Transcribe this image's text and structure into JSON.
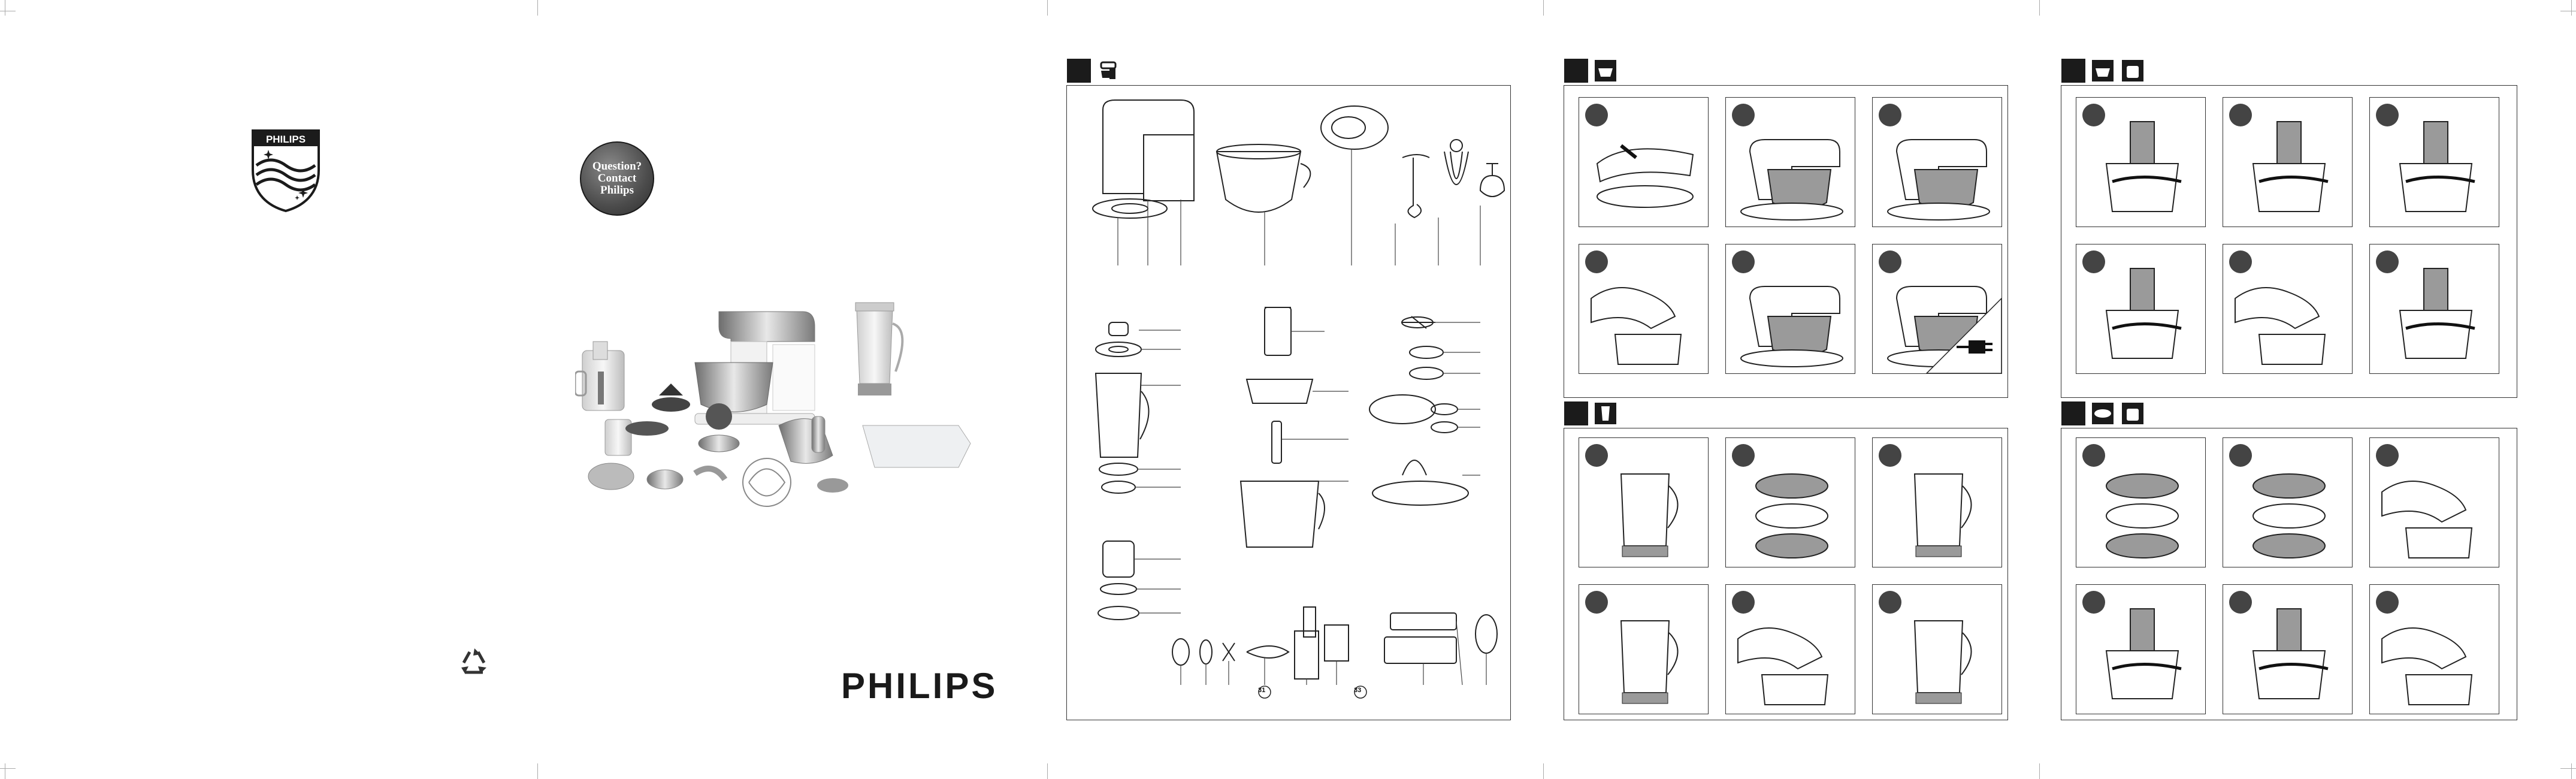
{
  "cover": {
    "brand_shield_text": "PHILIPS",
    "question_badge": [
      "Question?",
      "Contact",
      "Philips"
    ],
    "wordmark": "PHILIPS"
  },
  "overview": {
    "part_numbers": [
      "31",
      "33"
    ]
  },
  "colors": {
    "ink": "#1b1b1b",
    "frame": "#333333",
    "shade": "#9a9a9a",
    "badge": "#4c4c4c",
    "shield_blue": "#1c3f8f"
  },
  "icons": {
    "overview": "machine-icon",
    "kneading": "bowl-icon",
    "blender": "blender-jar-icon",
    "food_processor": "processor-bowl-icon",
    "slicing": "discs-icon",
    "unplug": "plug-icon",
    "recycle": "recycle-icon"
  }
}
